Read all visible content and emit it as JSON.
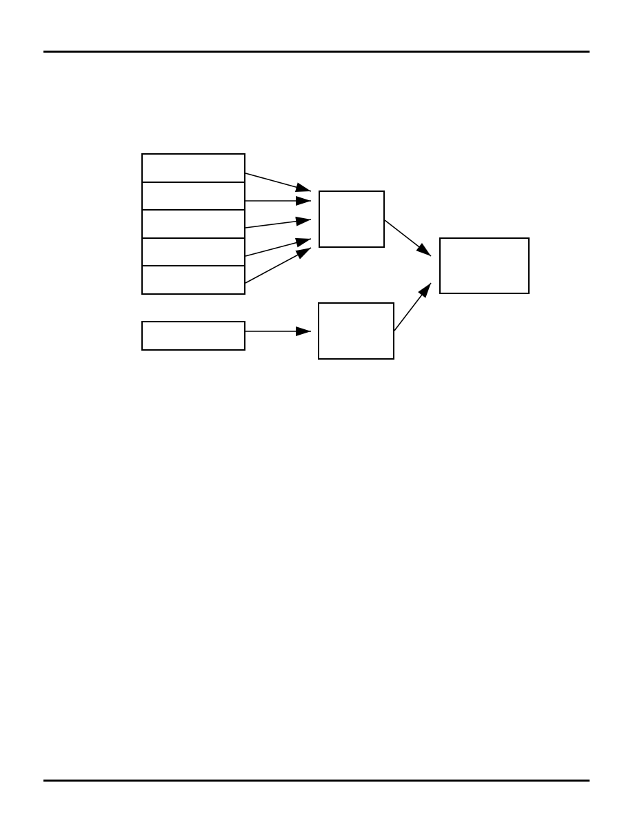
{
  "page": {
    "rule_color": "#000000",
    "background": "#ffffff"
  },
  "diagram": {
    "stroke_color": "#000000",
    "nodes": [
      {
        "id": "stack-box-1",
        "label": ""
      },
      {
        "id": "stack-box-2",
        "label": ""
      },
      {
        "id": "stack-box-3",
        "label": ""
      },
      {
        "id": "stack-box-4",
        "label": ""
      },
      {
        "id": "stack-box-5",
        "label": ""
      },
      {
        "id": "single-box",
        "label": ""
      },
      {
        "id": "middle-box-upper",
        "label": ""
      },
      {
        "id": "middle-box-lower",
        "label": ""
      },
      {
        "id": "output-box",
        "label": ""
      }
    ],
    "edges": [
      {
        "from": "stack-box-1",
        "to": "middle-box-upper"
      },
      {
        "from": "stack-box-2",
        "to": "middle-box-upper"
      },
      {
        "from": "stack-box-3",
        "to": "middle-box-upper"
      },
      {
        "from": "stack-box-4",
        "to": "middle-box-upper"
      },
      {
        "from": "stack-box-5",
        "to": "middle-box-upper"
      },
      {
        "from": "single-box",
        "to": "middle-box-lower"
      },
      {
        "from": "middle-box-upper",
        "to": "output-box"
      },
      {
        "from": "middle-box-lower",
        "to": "output-box"
      }
    ]
  }
}
